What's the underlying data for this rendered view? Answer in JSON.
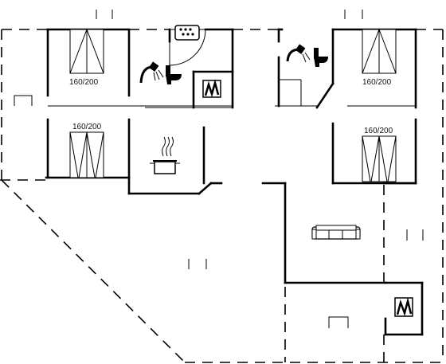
{
  "bedrooms": [
    {
      "id": "bed-1",
      "size_label": "160/200"
    },
    {
      "id": "bed-2",
      "size_label": "160/200"
    },
    {
      "id": "bed-3",
      "size_label": "160/200"
    },
    {
      "id": "bed-4",
      "size_label": "160/200"
    }
  ],
  "icons": {
    "sauna": "sauna-icon",
    "shower": "shower-icon",
    "toilet": "toilet-icon",
    "washing_machine": "washing-machine-icon",
    "kitchen": "cooking-pot-icon",
    "sofa": "sofa-icon"
  }
}
